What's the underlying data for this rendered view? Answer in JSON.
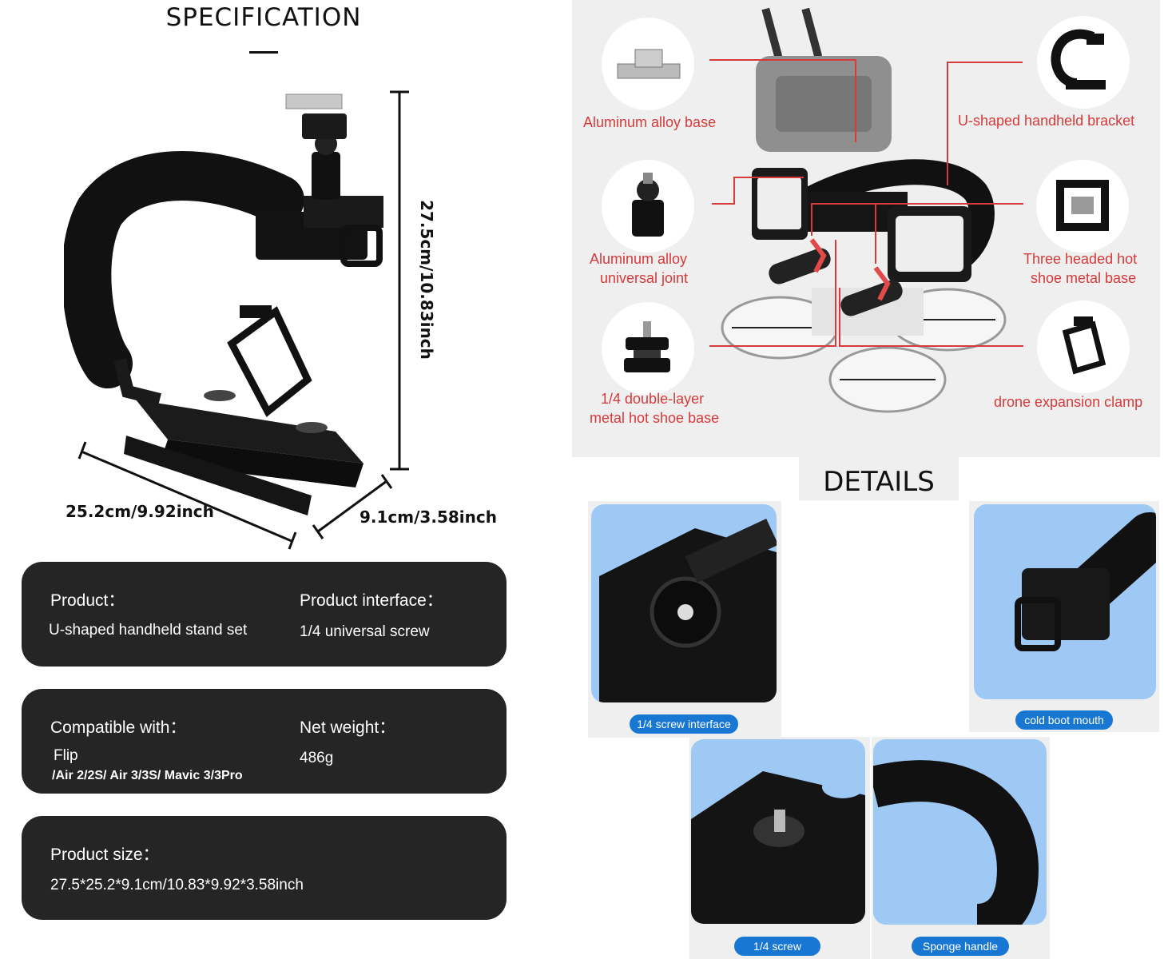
{
  "specification": {
    "title": "SPECIFICATION",
    "dimensions": {
      "height": "27.5cm/10.83inch",
      "width": "25.2cm/9.92inch",
      "depth": "9.1cm/3.58inch"
    }
  },
  "cards": [
    {
      "left_label": "Product：",
      "left_value": "U-shaped handheld stand set",
      "right_label": "Product interface：",
      "right_value": "1/4 universal screw"
    },
    {
      "left_label": "Compatible with：",
      "left_value_line1": "Flip",
      "left_value_line2": "/Air 2/2S/ Air 3/3S/ Mavic 3/3Pro",
      "right_label": "Net weight：",
      "right_value": "486g"
    },
    {
      "left_label": "Product size：",
      "left_value": "27.5*25.2*9.1cm/10.83*9.92*3.58inch"
    }
  ],
  "callouts": {
    "aluminum_base": "Aluminum alloy base",
    "universal_joint_line1": "Aluminum alloy",
    "universal_joint_line2": "universal joint",
    "hot_shoe_line1": "1/4 double-layer",
    "hot_shoe_line2": "metal hot shoe base",
    "u_bracket": "U-shaped handheld bracket",
    "three_head_line1": "Three headed hot",
    "three_head_line2": "shoe metal base",
    "drone_clamp": "drone expansion clamp"
  },
  "details": {
    "title": "DETAILS",
    "captions": {
      "screw_interface": "1/4 screw interface",
      "cold_boot": "cold boot mouth",
      "screw": "1/4 screw",
      "sponge": "Sponge handle"
    }
  },
  "colors": {
    "card_bg": "#252525",
    "callout_red": "#d63a3a",
    "detail_bg": "#9ec9f5",
    "caption_blue": "#1877d3"
  }
}
